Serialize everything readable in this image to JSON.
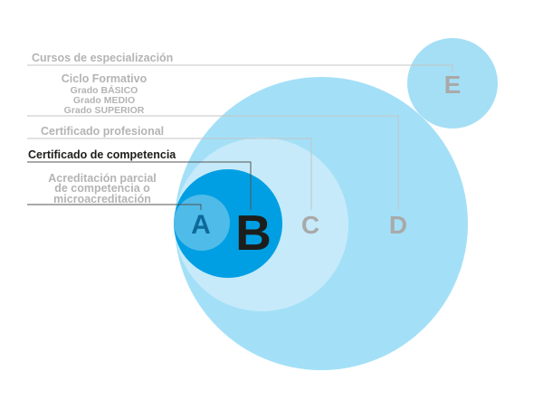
{
  "labels": {
    "cursos": "Cursos de especialización",
    "ciclo_title": "Ciclo Formativo",
    "ciclo_basico": "Grado BÁSICO",
    "ciclo_medio": "Grado MEDIO",
    "ciclo_superior": "Grado SUPERIOR",
    "cert_profesional": "Certificado profesional",
    "cert_competencia": "Certificado de competencia",
    "acred_1": "Acreditación parcial",
    "acred_2": "de competencia o",
    "acred_3": "microacreditación"
  },
  "circles": {
    "A": "A",
    "B": "B",
    "C": "C",
    "D": "D",
    "E": "E"
  },
  "colors": {
    "D": "#a3e0f7",
    "C": "#c6eafa",
    "B": "#009fe3",
    "A": "#4fbbe9",
    "E": "#a5dff6",
    "label_grey": "#b4b4b4",
    "highlight": "#1d1d1b"
  }
}
